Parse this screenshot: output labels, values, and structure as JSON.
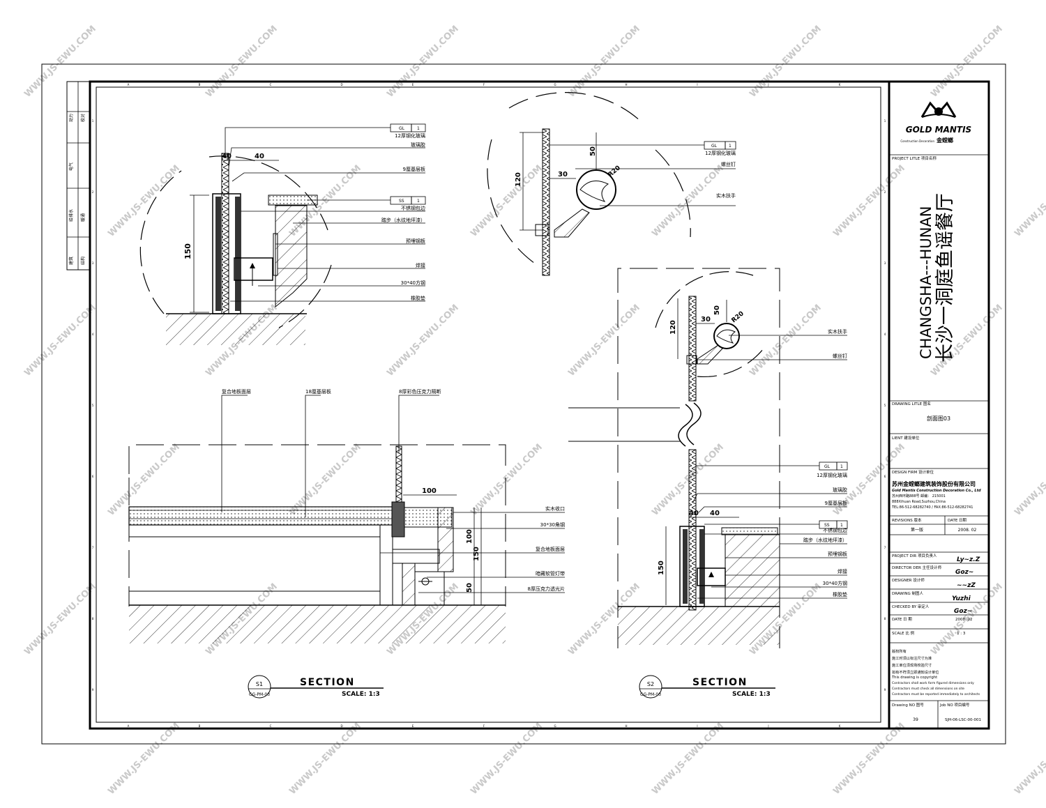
{
  "watermark": "WWW.JS-EWU.COM",
  "side_strip": [
    "动力",
    "校对",
    "电气",
    "给排水",
    "暖通",
    "建筑",
    "结构"
  ],
  "grid_top": [
    "A",
    "B",
    "C",
    "D",
    "E",
    "F",
    "G",
    "H",
    "I",
    "J",
    "K",
    "L",
    "M"
  ],
  "grid_side": [
    "1",
    "2",
    "3",
    "4",
    "5",
    "6",
    "7",
    "8",
    "9"
  ],
  "detail_top_left": {
    "dims": {
      "d40a": "40",
      "d40b": "40",
      "d150": "150"
    },
    "tags": [
      {
        "code": "GL",
        "num": "1"
      },
      {
        "code": "SS",
        "num": "1"
      }
    ],
    "labels": [
      "12厚钢化玻璃",
      "玻璃胶",
      "9厘基层板",
      "不锈钢包边",
      "踏步（水纹地坪漆）",
      "预埋钢板",
      "焊接",
      "30*40方钢",
      "橡胶垫"
    ]
  },
  "detail_top_right": {
    "dims": {
      "d50": "50",
      "d120": "120",
      "d30": "30",
      "r20": "R20"
    },
    "tag": {
      "code": "GL",
      "num": "1"
    },
    "labels": [
      "12厚钢化玻璃",
      "螺丝钉",
      "实木扶手"
    ]
  },
  "section_s1": {
    "dims": {
      "d100a": "100",
      "d100b": "100",
      "d150": "150",
      "d50": "50"
    },
    "top_labels": [
      "复合地板面层",
      "18厘基层板",
      "8厚彩色压克力隔断"
    ],
    "right_labels": [
      "实木收口",
      "30*30角钢",
      "复合地板面层",
      "暗藏软管灯带",
      "8厚压克力透光片"
    ],
    "callout": {
      "id": "S1",
      "ref": "GG-PM-03"
    },
    "title": "SECTION",
    "scale": "SCALE:  1:3"
  },
  "section_s2": {
    "dims": {
      "d120": "120",
      "d30": "30",
      "d50": "50",
      "r20": "R20",
      "d40a": "40",
      "d40b": "40",
      "d150": "150"
    },
    "labels_upper": [
      "实木扶手",
      "螺丝钉"
    ],
    "tags": [
      {
        "code": "GL",
        "num": "1"
      },
      {
        "code": "SS",
        "num": "1"
      }
    ],
    "labels_lower": [
      "12厚钢化玻璃",
      "玻璃胶",
      "9厘基层板",
      "不锈钢包边",
      "踏步（水纹地坪漆）",
      "预埋钢板",
      "焊接",
      "30*40方钢",
      "橡胶垫"
    ],
    "callout": {
      "id": "S2",
      "ref": "GG-PM-03"
    },
    "title": "SECTION",
    "scale": "SCALE:  1:3"
  },
  "title_block": {
    "logo_text": "GOLD MANTIS",
    "logo_sub": "Construction Decoration",
    "logo_cn": "金螳螂",
    "project_label": "PROJECT LITLE   项目名称",
    "project_en": "CHANGSHA---HUNAN",
    "project_cn": "长沙一洞庭鱼谣餐厅",
    "drawing_label": "DRAWING LITLE   图名",
    "drawing_title": "剖面图03",
    "client_label": "LIENT   建设单位",
    "design_firm_label": "DESIGN FIRM   设计单位",
    "firm_cn": "苏州金螳螂建筑装饰股份有限公司",
    "firm_en": "Gold Mantis Construction Decoration Co., Ltd",
    "firm_addr_cn": "苏州西环路888号   邮编：   215001",
    "firm_addr_en": "888Xihuan Road,Suzhou,China",
    "firm_tel": "TEL:86-512-68282740 / FAX:86-512-68282741",
    "revisions_label": "REVISIONS   版本",
    "date_label": "DATE   日期",
    "revision": "第一版",
    "revision_date": "2008. 02",
    "rows": [
      {
        "label": "PROJECT DIR   项目负责人",
        "sign": "Ly~z.Z"
      },
      {
        "label": "DIRECTOR DER  主任设计师",
        "sign": "Goz~"
      },
      {
        "label": "DESIGNER   设计师",
        "sign": "~~zZ"
      },
      {
        "label": "DRAWING   制图人",
        "sign": "Yuzhi"
      },
      {
        "label": "CHECKED BY   审定人",
        "sign": "Goz~"
      }
    ],
    "date_row_label": "DATE          日     期",
    "date_row_value": "2008. 02",
    "scale_label": "SCALE          比     例",
    "scale_value": "1  :  3",
    "notes": [
      "版权所有",
      "施工时须以标注尺寸为准",
      "施工单位须现场校验尺寸",
      "如有不符须立即通知设计单位",
      "This drawing is copyright",
      "Contractors shall work form figured dimensions only",
      "Contractors must check all dimensions on site",
      "Contractors must be reported immediately to architects"
    ],
    "drawing_no_label": "Drawing NO   图号",
    "job_no_label": "Job NO   项目编号",
    "drawing_no": "39",
    "job_no": "SJH-06-LSC-00-001"
  },
  "colors": {
    "line": "#000000",
    "watermark": "#c9c9c9"
  }
}
